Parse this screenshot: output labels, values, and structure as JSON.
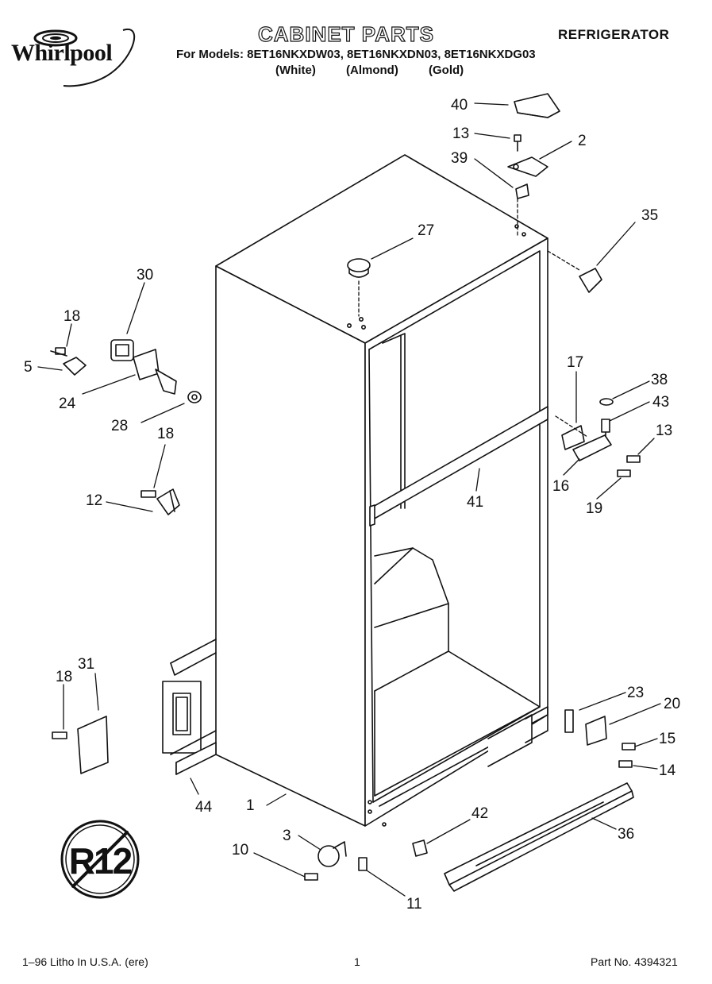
{
  "header": {
    "brand": "Whirlpool",
    "title": "CABINET PARTS",
    "category": "REFRIGERATOR",
    "models_line": "For Models: 8ET16NKXDW03, 8ET16NKXDN03, 8ET16NKXDG03",
    "variants": [
      "(White)",
      "(Almond)",
      "(Gold)"
    ]
  },
  "callouts": [
    {
      "id": "c40",
      "label": "40"
    },
    {
      "id": "c13a",
      "label": "13"
    },
    {
      "id": "c2",
      "label": "2"
    },
    {
      "id": "c39",
      "label": "39"
    },
    {
      "id": "c35",
      "label": "35"
    },
    {
      "id": "c27",
      "label": "27"
    },
    {
      "id": "c30",
      "label": "30"
    },
    {
      "id": "c18a",
      "label": "18"
    },
    {
      "id": "c5",
      "label": "5"
    },
    {
      "id": "c24",
      "label": "24"
    },
    {
      "id": "c28",
      "label": "28"
    },
    {
      "id": "c18b",
      "label": "18"
    },
    {
      "id": "c12",
      "label": "12"
    },
    {
      "id": "c17",
      "label": "17"
    },
    {
      "id": "c38",
      "label": "38"
    },
    {
      "id": "c43",
      "label": "43"
    },
    {
      "id": "c13b",
      "label": "13"
    },
    {
      "id": "c16",
      "label": "16"
    },
    {
      "id": "c19",
      "label": "19"
    },
    {
      "id": "c41",
      "label": "41"
    },
    {
      "id": "c31",
      "label": "31"
    },
    {
      "id": "c18c",
      "label": "18"
    },
    {
      "id": "c23",
      "label": "23"
    },
    {
      "id": "c20",
      "label": "20"
    },
    {
      "id": "c15",
      "label": "15"
    },
    {
      "id": "c14",
      "label": "14"
    },
    {
      "id": "c44",
      "label": "44"
    },
    {
      "id": "c1",
      "label": "1"
    },
    {
      "id": "c42",
      "label": "42"
    },
    {
      "id": "c36",
      "label": "36"
    },
    {
      "id": "c3",
      "label": "3"
    },
    {
      "id": "c10",
      "label": "10"
    },
    {
      "id": "c11",
      "label": "11"
    }
  ],
  "badge": {
    "text": "R12",
    "icon": "no-r12-refrigerant-icon"
  },
  "footer": {
    "left": "1–96 Litho In U.S.A. (ere)",
    "page": "1",
    "part_no": "Part No. 4394321"
  }
}
